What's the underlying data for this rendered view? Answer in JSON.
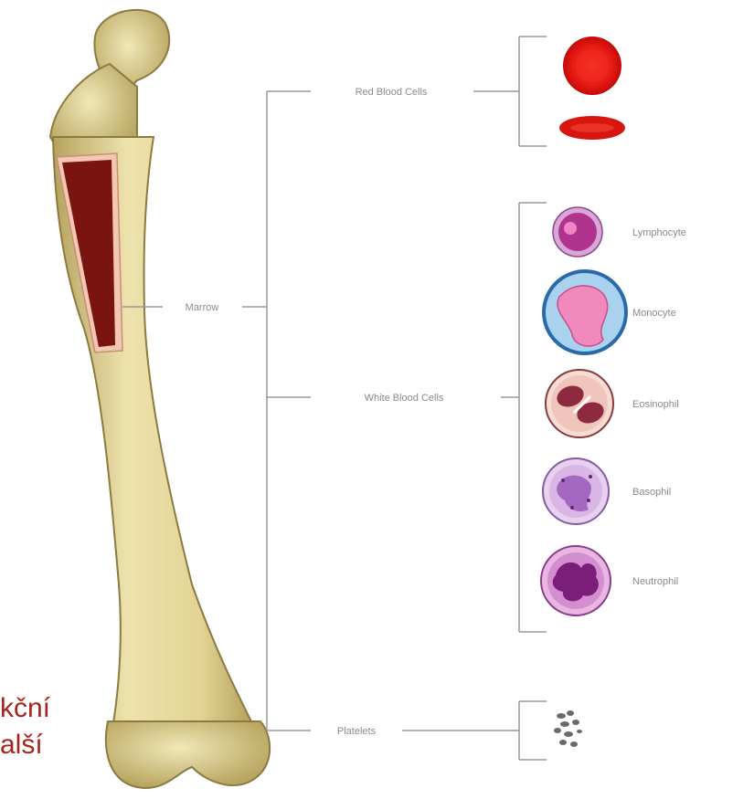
{
  "labels": {
    "marrow": "Marrow",
    "red_blood_cells": "Red Blood Cells",
    "white_blood_cells": "White Blood Cells",
    "platelets": "Platelets"
  },
  "white_cells": [
    {
      "name": "Lymphocyte"
    },
    {
      "name": "Monocyte"
    },
    {
      "name": "Eosinophil"
    },
    {
      "name": "Basophil"
    },
    {
      "name": "Neutrophil"
    }
  ],
  "caption": {
    "line1": "kční",
    "line2": "alší"
  },
  "colors": {
    "bone": "#e8dca0",
    "bone_shadow": "#b8a866",
    "marrow": "#7a1410",
    "red_cell": "#e01010",
    "bracket": "#9a9a9a",
    "caption": "#a8231f"
  }
}
